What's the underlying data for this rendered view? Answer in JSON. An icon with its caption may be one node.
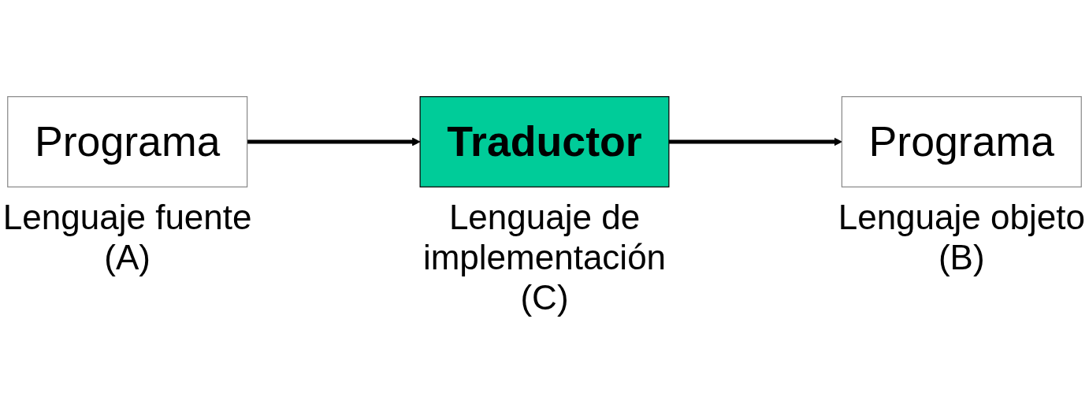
{
  "diagram": {
    "nodes": [
      {
        "text": [
          "Programa"
        ],
        "beside": [
          "Lenguaje fuente (A)"
        ]
      },
      {
        "text": [
          "Traductor"
        ],
        "beside": [
          "Lenguaje de implementación (C)"
        ]
      },
      {
        "text": [
          "Programa"
        ],
        "beside": [
          "Lenguaje objeto (B)"
        ]
      }
    ],
    "edges": [
      {
        "from": 0,
        "to": 1,
        "arrow": "to"
      },
      {
        "from": 1,
        "to": 2,
        "arrow": "to"
      }
    ]
  }
}
